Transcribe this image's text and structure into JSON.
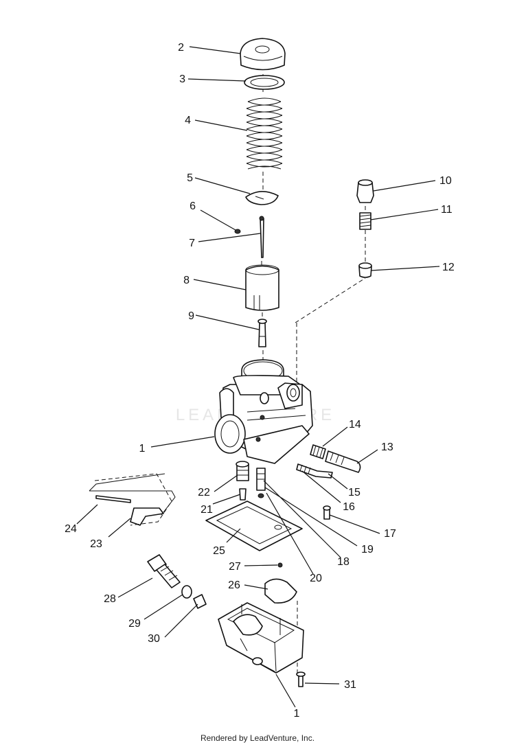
{
  "watermark": "LEADVENTURE",
  "footer": "Rendered by LeadVenture, Inc.",
  "callouts": [
    "1",
    "2",
    "3",
    "4",
    "5",
    "6",
    "7",
    "8",
    "9",
    "10",
    "11",
    "12",
    "13",
    "14",
    "15",
    "16",
    "17",
    "18",
    "19",
    "20",
    "21",
    "22",
    "23",
    "24",
    "25",
    "26",
    "27",
    "28",
    "29",
    "30",
    "31",
    "1"
  ]
}
